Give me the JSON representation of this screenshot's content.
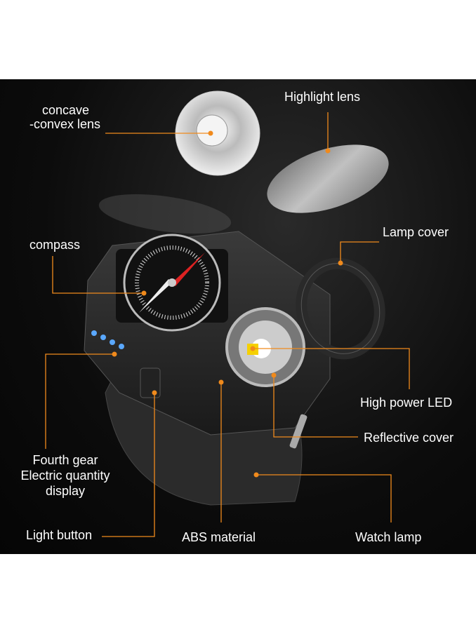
{
  "labels": {
    "concave_line1": "concave",
    "concave_line2": "-convex lens",
    "highlight_lens": "Highlight lens",
    "compass": "compass",
    "lamp_cover": "Lamp cover",
    "high_power_led": "High power LED",
    "reflective_cover": "Reflective cover",
    "fourth_gear_line1": "Fourth gear",
    "fourth_gear_line2": "Electric quantity",
    "fourth_gear_line3": "display",
    "light_button": "Light button",
    "abs_material": "ABS material",
    "watch_lamp": "Watch lamp"
  },
  "colors": {
    "leader": "#f08a1c",
    "background": "#0c0c0c",
    "text": "#ffffff",
    "battery_led": "#5aa8ff"
  }
}
